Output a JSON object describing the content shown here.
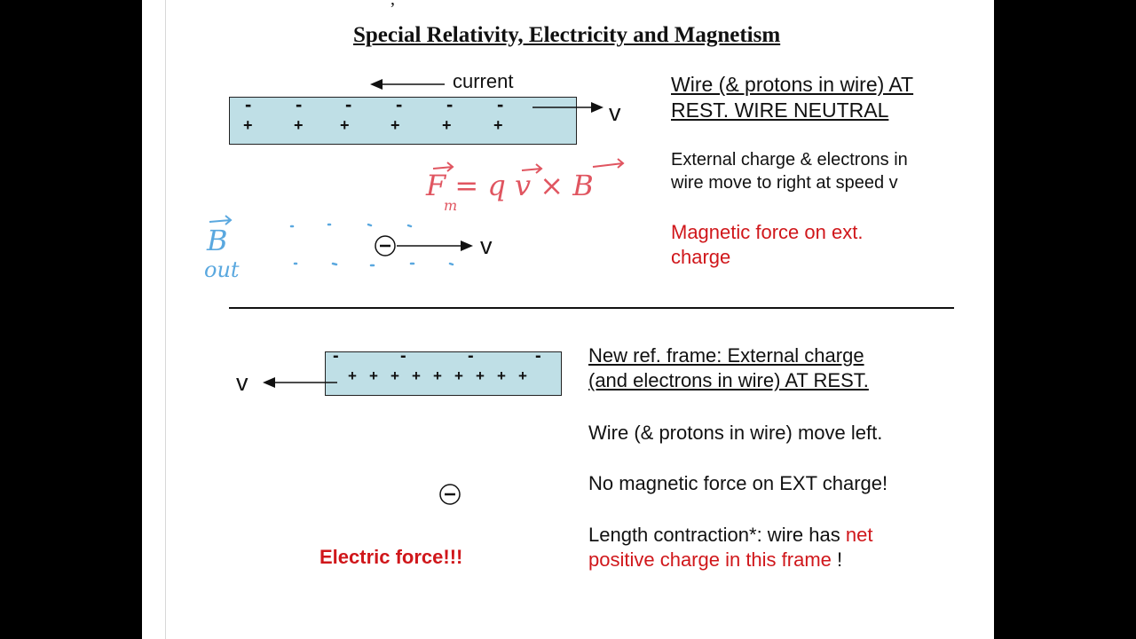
{
  "header": {
    "top_line": ", ",
    "title": "Special Relativity, Electricity and Magnetism"
  },
  "diagram_top": {
    "current_label": "current",
    "v_label": "v",
    "minus": "-",
    "plus": "+"
  },
  "annotations": {
    "force_eq": "F = q v × B",
    "force_sub": "m",
    "b_label": "B",
    "out_label": "out"
  },
  "top_text": {
    "heading": [
      "Wire (& protons in wire) AT",
      "REST.  WIRE NEUTRAL"
    ],
    "body": [
      "External charge & electrons in",
      "wire move to right at speed v"
    ],
    "red": [
      "Magnetic force on ext.",
      "charge"
    ]
  },
  "diagram_bottom": {
    "v_label": "v",
    "minus": "-",
    "plus": "+",
    "electric_force": "Electric force!!!"
  },
  "bottom_text": {
    "heading": [
      "New ref. frame:  External charge",
      "(and electrons in wire) AT REST."
    ],
    "wire_moves": "Wire (& protons in wire) move left.",
    "no_force": "No magnetic force on EXT charge!",
    "length_a": "Length contraction*:  wire has ",
    "length_red1": "net",
    "length_red2": "positive charge in this frame",
    "length_end": " !"
  },
  "colors": {
    "wire_fill": "#bfdfe6",
    "red_text": "#d0171b",
    "hand_red": "#e05560",
    "hand_blue": "#5aa8df"
  }
}
